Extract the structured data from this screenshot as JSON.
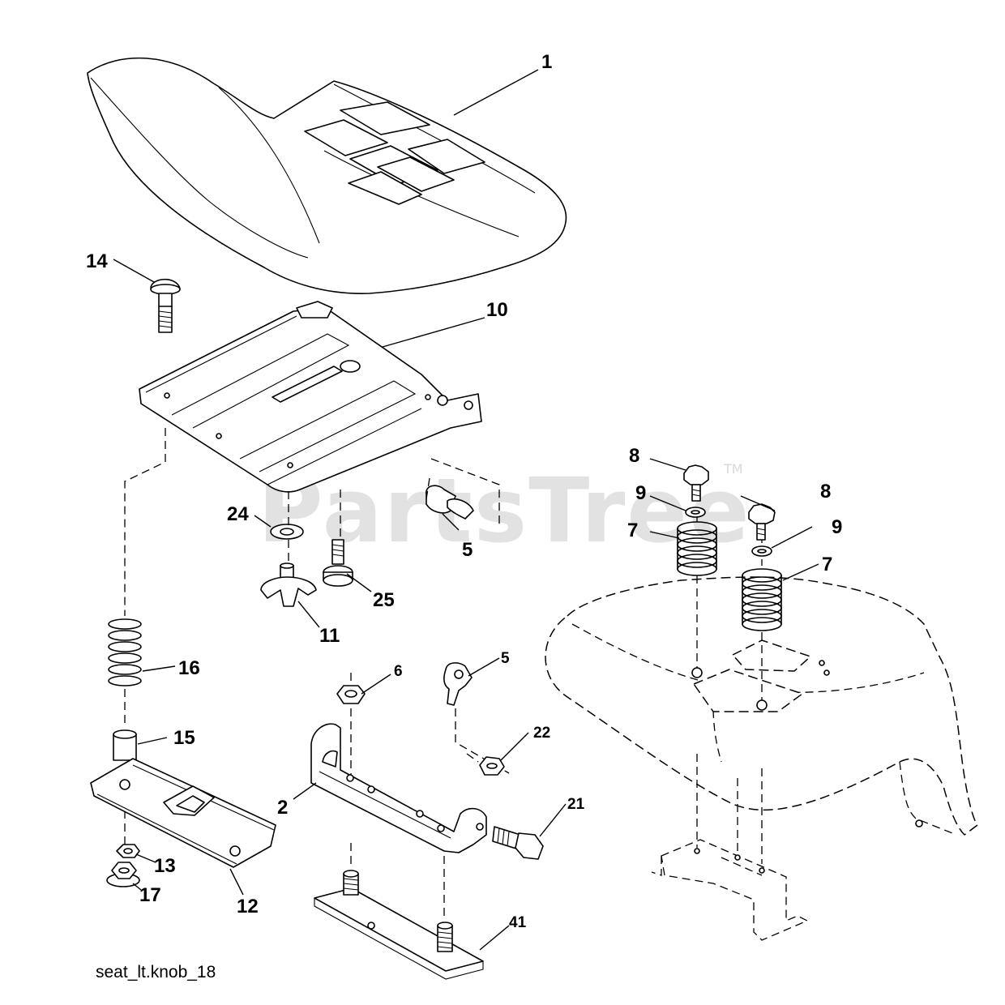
{
  "watermark": {
    "brand": "PartsTree",
    "tm": "TM"
  },
  "callouts": [
    {
      "id": "c1",
      "label": "1"
    },
    {
      "id": "c14",
      "label": "14"
    },
    {
      "id": "c10",
      "label": "10"
    },
    {
      "id": "c8a",
      "label": "8"
    },
    {
      "id": "c9a",
      "label": "9"
    },
    {
      "id": "c8b",
      "label": "8"
    },
    {
      "id": "c9b",
      "label": "9"
    },
    {
      "id": "c7a",
      "label": "7"
    },
    {
      "id": "c7b",
      "label": "7"
    },
    {
      "id": "c24",
      "label": "24"
    },
    {
      "id": "c5a",
      "label": "5"
    },
    {
      "id": "c25",
      "label": "25"
    },
    {
      "id": "c11",
      "label": "11"
    },
    {
      "id": "c16",
      "label": "16"
    },
    {
      "id": "c6",
      "label": "6"
    },
    {
      "id": "c5b",
      "label": "5"
    },
    {
      "id": "c15",
      "label": "15"
    },
    {
      "id": "c22",
      "label": "22"
    },
    {
      "id": "c2",
      "label": "2"
    },
    {
      "id": "c21",
      "label": "21"
    },
    {
      "id": "c13",
      "label": "13"
    },
    {
      "id": "c17",
      "label": "17"
    },
    {
      "id": "c12",
      "label": "12"
    },
    {
      "id": "c41",
      "label": "41"
    }
  ],
  "caption": "seat_lt.knob_18"
}
